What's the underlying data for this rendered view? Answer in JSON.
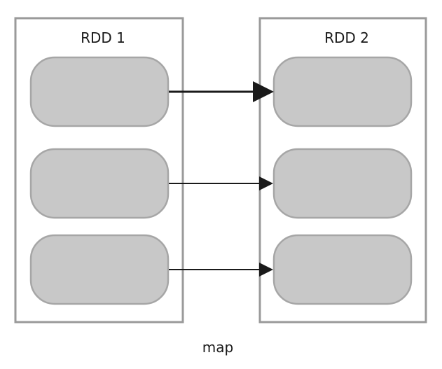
{
  "diagram": {
    "left_rdd": {
      "title": "RDD 1",
      "partitions": 3
    },
    "right_rdd": {
      "title": "RDD 2",
      "partitions": 3
    },
    "operation_label": "map",
    "colors": {
      "container_border": "#9a9a9a",
      "container_fill": "#ffffff",
      "partition_fill": "#c8c8c8",
      "partition_border": "#a6a6a6",
      "arrow": "#1a1a1a",
      "text": "#1a1a1a"
    }
  }
}
